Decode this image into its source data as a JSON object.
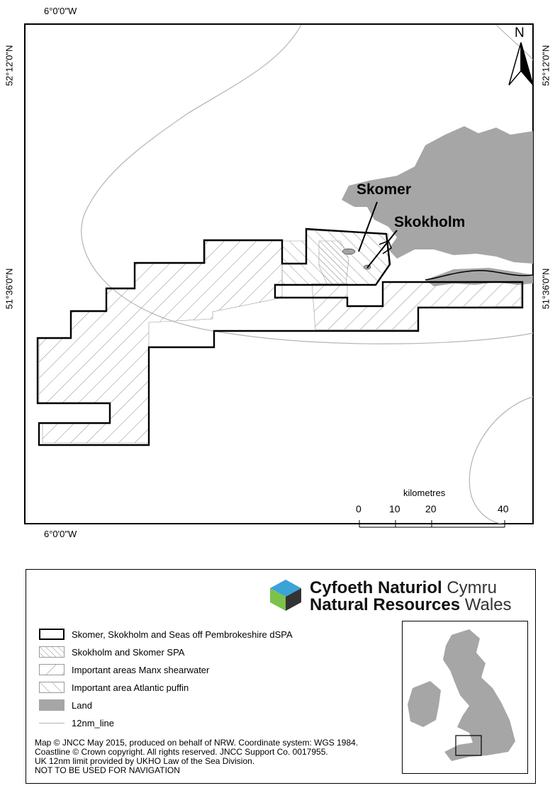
{
  "map": {
    "graticule": {
      "lon_top": "6°0'0\"W",
      "lon_bottom": "6°0'0\"W",
      "lat_upper_left": "52°12'0\"N",
      "lat_upper_right": "52°12'0\"N",
      "lat_lower_left": "51°36'0\"N",
      "lat_lower_right": "51°36'0\"N"
    },
    "north_label": "N",
    "labels": {
      "skomer": "Skomer",
      "skokholm": "Skokholm"
    },
    "scale_bar": {
      "unit": "kilometres",
      "ticks": [
        "0",
        "10",
        "20",
        "40"
      ]
    },
    "colors": {
      "land": "#a6a6a6",
      "line_12nm": "#b4b4b4",
      "boundary": "#000000",
      "hatch": "#8c8c8c"
    }
  },
  "logo": {
    "line1_bold": "Cyfoeth Naturiol",
    "line1_light": " Cymru",
    "line2_bold": "Natural Resources",
    "line2_light": " Wales"
  },
  "legend": {
    "items": [
      {
        "label": "Skomer, Skokholm and Seas off Pembrokeshire dSPA",
        "swatch": "outline"
      },
      {
        "label": "Skokholm and Skomer SPA",
        "swatch": "dense-hatch"
      },
      {
        "label": "Important areas Manx shearwater",
        "swatch": "back-hatch"
      },
      {
        "label": "Important area Atlantic puffin",
        "swatch": "forward-hatch"
      },
      {
        "label": "Land",
        "swatch": "fill"
      },
      {
        "label": "12nm_line",
        "swatch": "line"
      }
    ],
    "credits": [
      "Map © JNCC May 2015, produced on behalf of NRW. Coordinate system: WGS 1984.",
      "Coastline © Crown copyright. All rights reserved. JNCC Support Co. 0017955.",
      "UK 12nm limit provided by UKHO Law of the Sea Division.",
      "NOT TO BE USED FOR NAVIGATION"
    ]
  }
}
